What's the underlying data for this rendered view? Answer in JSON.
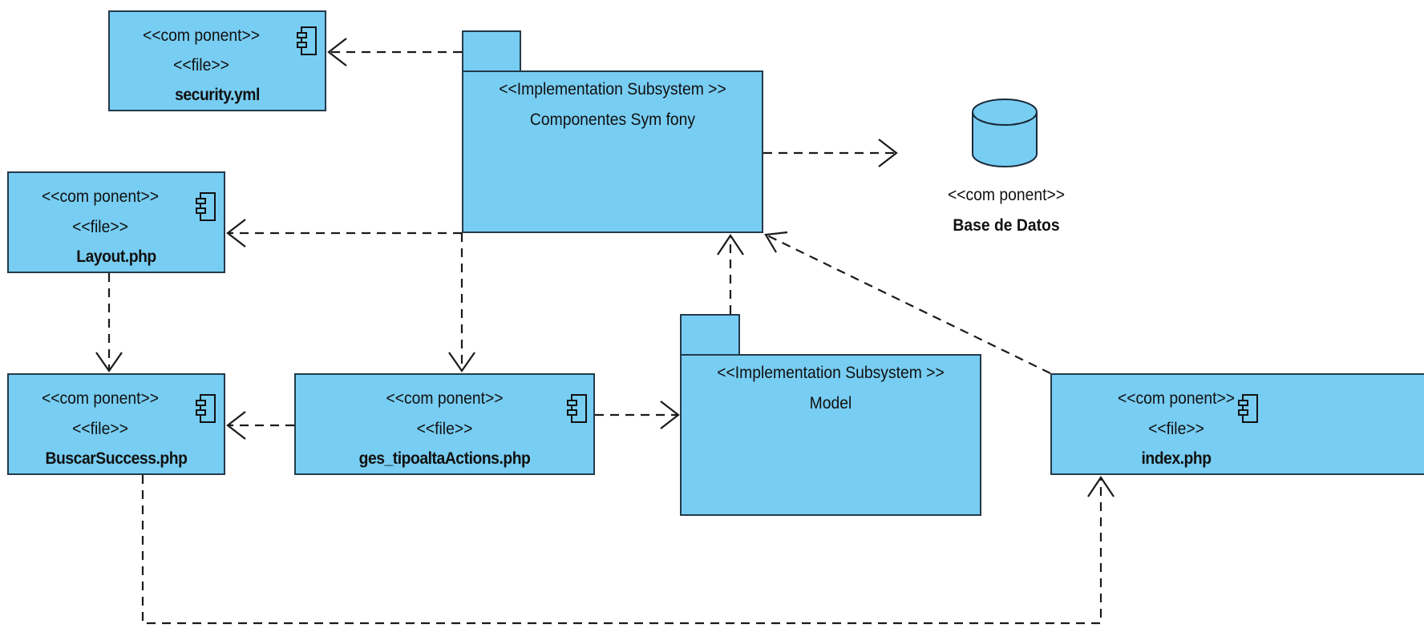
{
  "colors": {
    "fill": "#78cdf2",
    "border": "#233a4a",
    "edge": "#1a1a1a"
  },
  "components": {
    "security": {
      "stereotype": "<<com ponent>>",
      "file": "<<file>>",
      "name": "security.yml"
    },
    "layout": {
      "stereotype": "<<com ponent>>",
      "file": "<<file>>",
      "name": "Layout.php"
    },
    "buscar": {
      "stereotype": "<<com ponent>>",
      "file": "<<file>>",
      "name": "BuscarSuccess.php"
    },
    "actions": {
      "stereotype": "<<com ponent>>",
      "file": "<<file>>",
      "name": "ges_tipoaltaActions.php"
    },
    "index": {
      "stereotype": "<<com ponent>>",
      "file": "<<file>>",
      "name": "index.php"
    }
  },
  "subsystems": {
    "symfony": {
      "stereotype": "<<Implementation Subsystem >>",
      "name": "Componentes Sym fony"
    },
    "model": {
      "stereotype": "<<Implementation Subsystem >>",
      "name": "Model"
    }
  },
  "database": {
    "stereotype": "<<com ponent>>",
    "name": "Base de Datos"
  },
  "icons": {
    "component": "component-icon",
    "database": "database-cylinder-icon"
  }
}
